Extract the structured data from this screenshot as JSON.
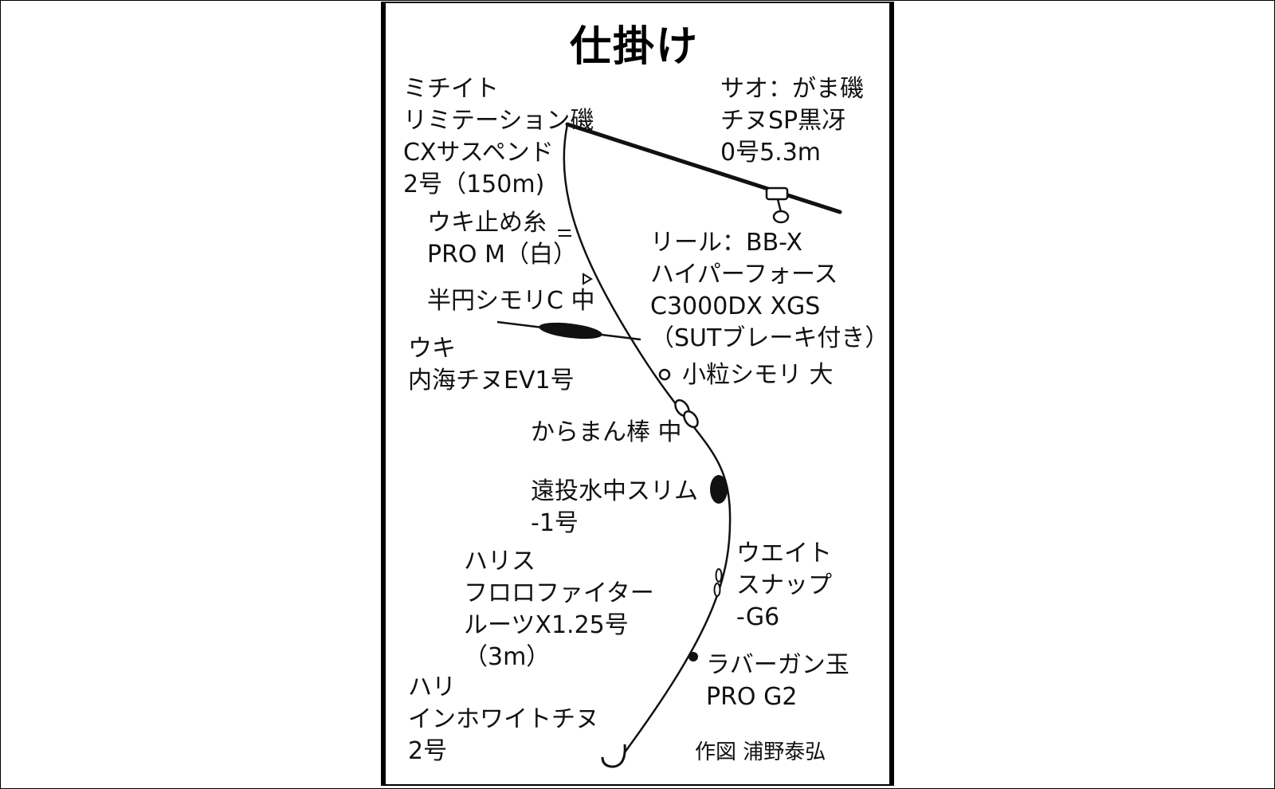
{
  "title": "仕掛け",
  "labels": {
    "michito": [
      "ミチイト",
      "リミテーション磯",
      "CXサスペンド",
      "2号（150m)"
    ],
    "rod": [
      "サオ：がま磯",
      "チヌSP黒冴",
      "0号5.3m"
    ],
    "stopper": [
      "ウキ止め糸",
      "PRO M（白）"
    ],
    "reel": [
      "リール：BB-X",
      "ハイパーフォース",
      "C3000DX XGS",
      "（SUTブレーキ付き）"
    ],
    "shimori_c": [
      "半円シモリC 中"
    ],
    "float": [
      "ウキ",
      "内海チヌEV1号"
    ],
    "shimori_small": [
      "小粒シモリ 大"
    ],
    "karaman": [
      "からまん棒 中"
    ],
    "suichu": [
      "遠投水中スリム",
      "-1号"
    ],
    "weight_snap": [
      "ウエイト",
      "スナップ",
      "-G6"
    ],
    "harisu": [
      "ハリス",
      "フロロファイター",
      "ルーツX1.25号",
      "（3m）"
    ],
    "gantama": [
      "ラバーガン玉",
      "PRO G2"
    ],
    "hook": [
      "ハリ",
      "インホワイトチヌ",
      "2号"
    ],
    "credit": "作図 浦野泰弘"
  },
  "colors": {
    "ink": "#111111",
    "background": "#ffffff"
  }
}
